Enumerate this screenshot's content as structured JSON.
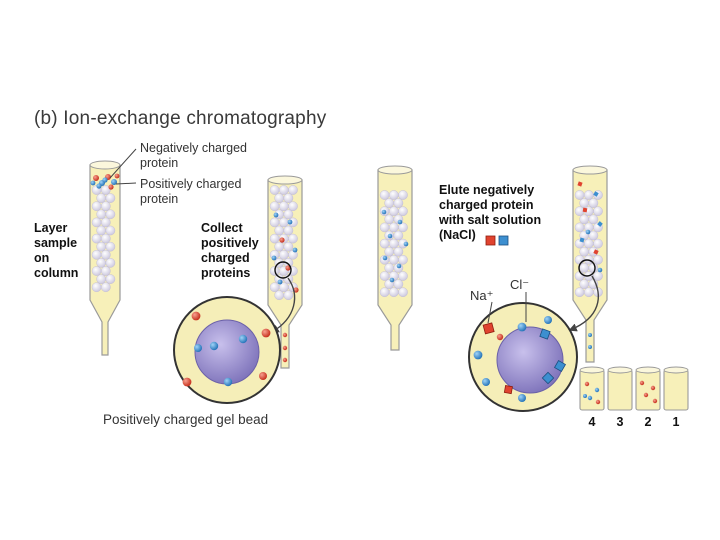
{
  "title": "(b) Ion-exchange chromatography",
  "labels": {
    "negative_protein": [
      "Negatively charged",
      "protein"
    ],
    "positive_protein": [
      "Positively charged",
      "protein"
    ],
    "layer_sample": [
      "Layer",
      "sample",
      "on",
      "column"
    ],
    "collect": [
      "Collect",
      "positively",
      "charged",
      "proteins"
    ],
    "gel_bead": "Positively charged gel bead",
    "elute": [
      "Elute negatively",
      "charged protein",
      "with salt solution",
      "(NaCl)"
    ],
    "na_ion": "Na⁺",
    "cl_ion": "Cl⁻",
    "fractions": [
      "4",
      "3",
      "2",
      "1"
    ]
  },
  "colors": {
    "column_fill": "#f7f0b9",
    "column_border": "#9a9a9a",
    "bead": "#e4e1ee",
    "negative_protein": "#3d8fd0",
    "positive_protein": "#e0432f",
    "gel_bead": "#8e83c4",
    "zoom_disc": "#f5eeb8"
  }
}
